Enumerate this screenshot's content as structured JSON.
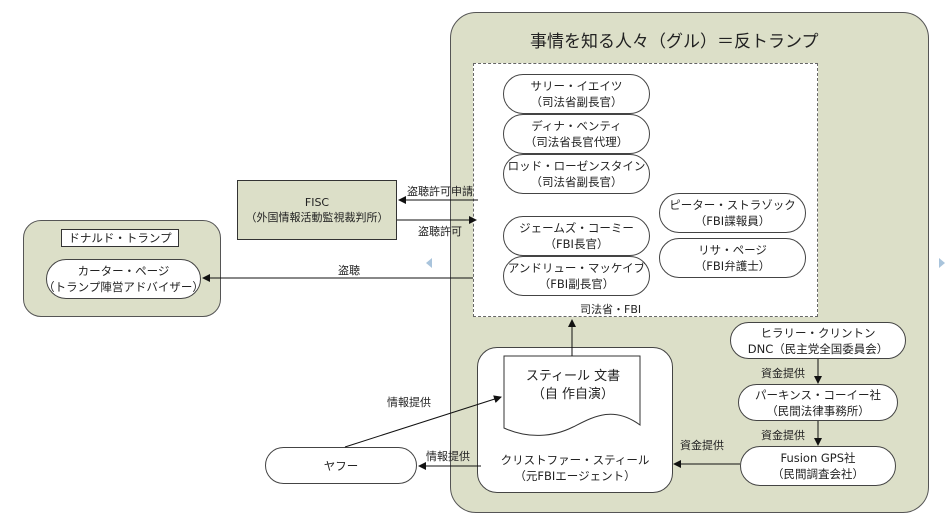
{
  "title": "事情を知る人々（グル）＝反トランプ",
  "doj_fbi_group": {
    "label": "司法省・FBI",
    "people": [
      {
        "name": "サリー・イエイツ",
        "role": "（司法省副長官）"
      },
      {
        "name": "ディナ・ベンティ",
        "role": "（司法省長官代理）"
      },
      {
        "name": "ロッド・ローゼンスタイン",
        "role": "（司法省副長官）"
      },
      {
        "name": "ジェームズ・コーミー",
        "role": "（FBI長官）"
      },
      {
        "name": "アンドリュー・マッケイブ",
        "role": "（FBI副長官）"
      },
      {
        "name": "ピーター・ストラゾック",
        "role": "（FBI諜報員）"
      },
      {
        "name": "リサ・ページ",
        "role": "（FBI弁護士）"
      }
    ]
  },
  "fisc": {
    "name": "FISC",
    "full": "（外国情報活動監視裁判所）"
  },
  "trump_group": {
    "label": "ドナルド・トランプ",
    "person": {
      "name": "カーター・ページ",
      "role": "（トランプ陣営アドバイザー）"
    }
  },
  "funding_chain": [
    {
      "name": "ヒラリー・クリントン",
      "role": "DNC（民主党全国委員会）"
    },
    {
      "name": "パーキンス・コーイー社",
      "role": "（民間法律事務所）"
    },
    {
      "name": "Fusion GPS社",
      "role": "（民間調査会社）"
    }
  ],
  "steele": {
    "document": "スティール 文書",
    "document_note": "（自 作自演）",
    "name": "クリストファー・スティール",
    "role": "（元FBIエージェント）"
  },
  "yahoo": {
    "name": "ヤフー"
  },
  "edge_labels": {
    "wiretap_request": "盗聴許可申請",
    "wiretap_permit": "盗聴許可",
    "wiretap": "盗聴",
    "info_provide_1": "情報提供",
    "info_provide_2": "情報提供",
    "funding_1": "資金提供",
    "funding_2": "資金提供",
    "funding_3": "資金提供"
  },
  "colors": {
    "group_fill": "#dcdfc8",
    "line": "#222222",
    "nav_arrow": "#a9c4dc"
  }
}
